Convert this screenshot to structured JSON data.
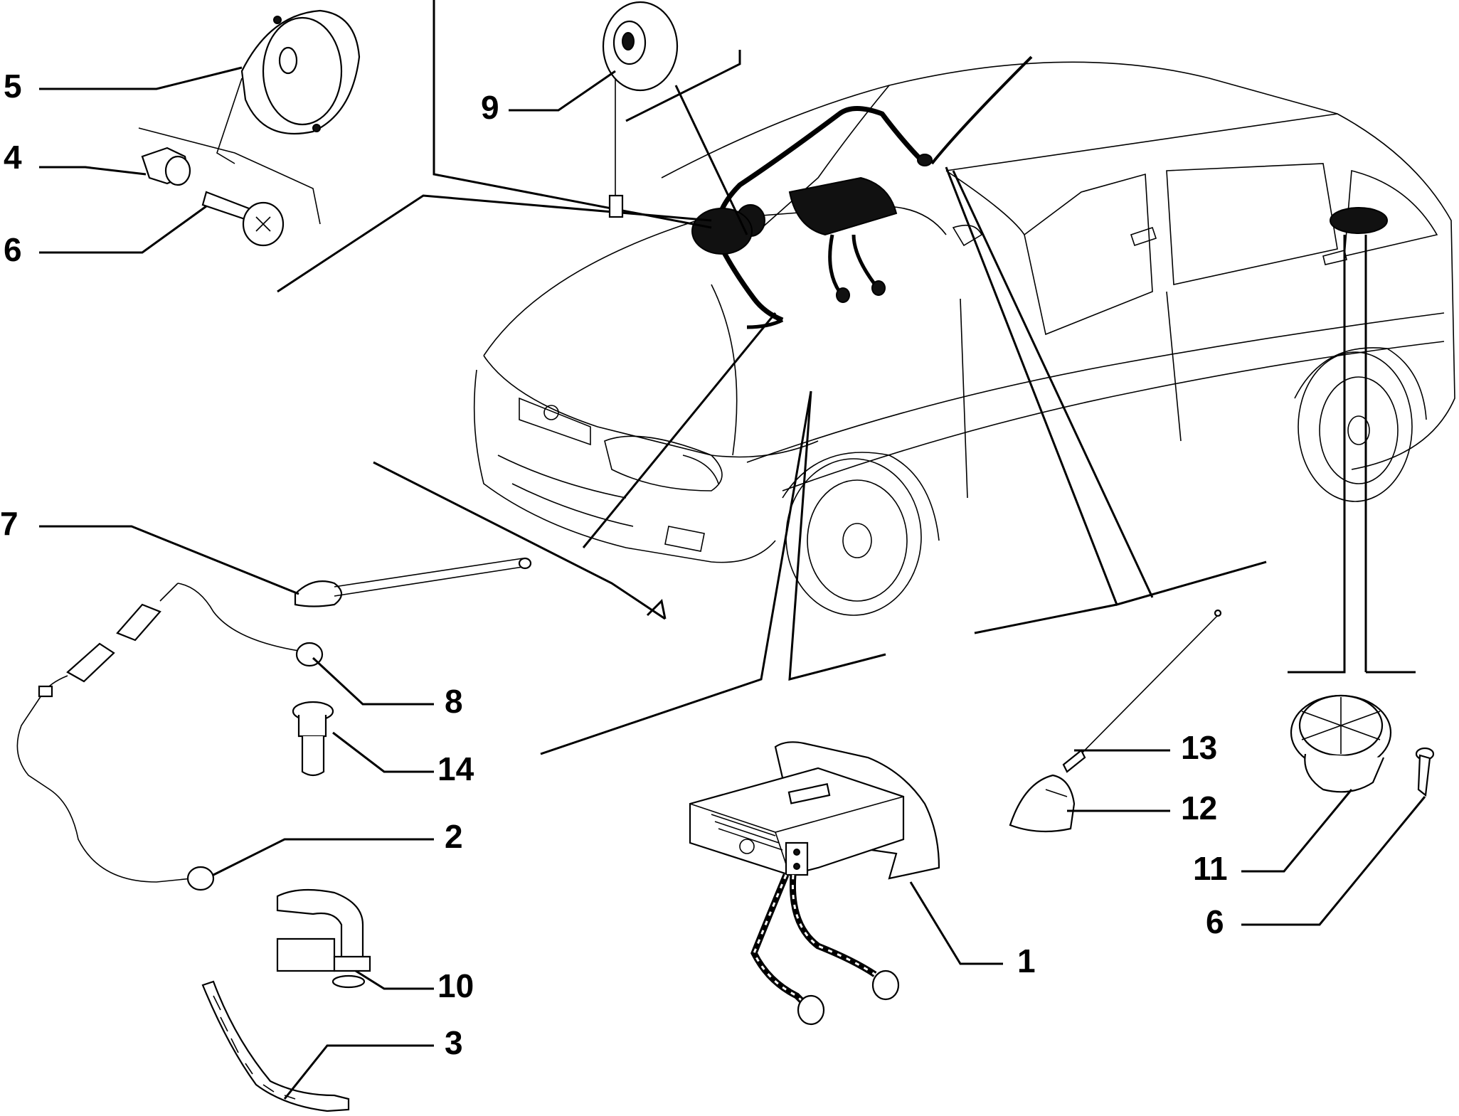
{
  "diagram": {
    "callouts": [
      {
        "id": "c5",
        "text": "5"
      },
      {
        "id": "c4",
        "text": "4"
      },
      {
        "id": "c6a",
        "text": "6"
      },
      {
        "id": "c9",
        "text": "9"
      },
      {
        "id": "c7",
        "text": "7"
      },
      {
        "id": "c8",
        "text": "8"
      },
      {
        "id": "c14",
        "text": "14"
      },
      {
        "id": "c2",
        "text": "2"
      },
      {
        "id": "c10",
        "text": "10"
      },
      {
        "id": "c3",
        "text": "3"
      },
      {
        "id": "c1",
        "text": "1"
      },
      {
        "id": "c13",
        "text": "13"
      },
      {
        "id": "c12",
        "text": "12"
      },
      {
        "id": "c11",
        "text": "11"
      },
      {
        "id": "c6b",
        "text": "6"
      }
    ]
  }
}
